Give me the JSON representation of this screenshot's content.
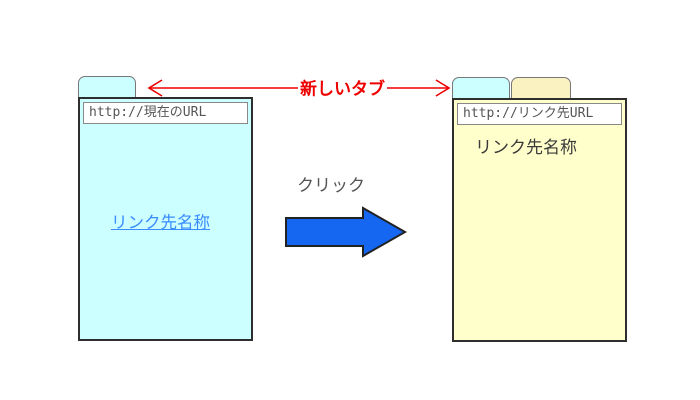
{
  "annotations": {
    "new_tab_label": "新しいタブ",
    "click_label": "クリック"
  },
  "current_window": {
    "url": "http://現在のURL",
    "link_text": "リンク先名称"
  },
  "new_window": {
    "url": "http://リンク先URL",
    "page_title": "リンク先名称"
  },
  "colors": {
    "window_cyan": "#ccffff",
    "window_yellow": "#ffffcc",
    "tab_yellow": "#fbf2c2",
    "annotation_red": "#ee0000",
    "arrow_blue": "#1567f2",
    "link_blue": "#3a8cff",
    "window_border": "#2e2e2e"
  }
}
